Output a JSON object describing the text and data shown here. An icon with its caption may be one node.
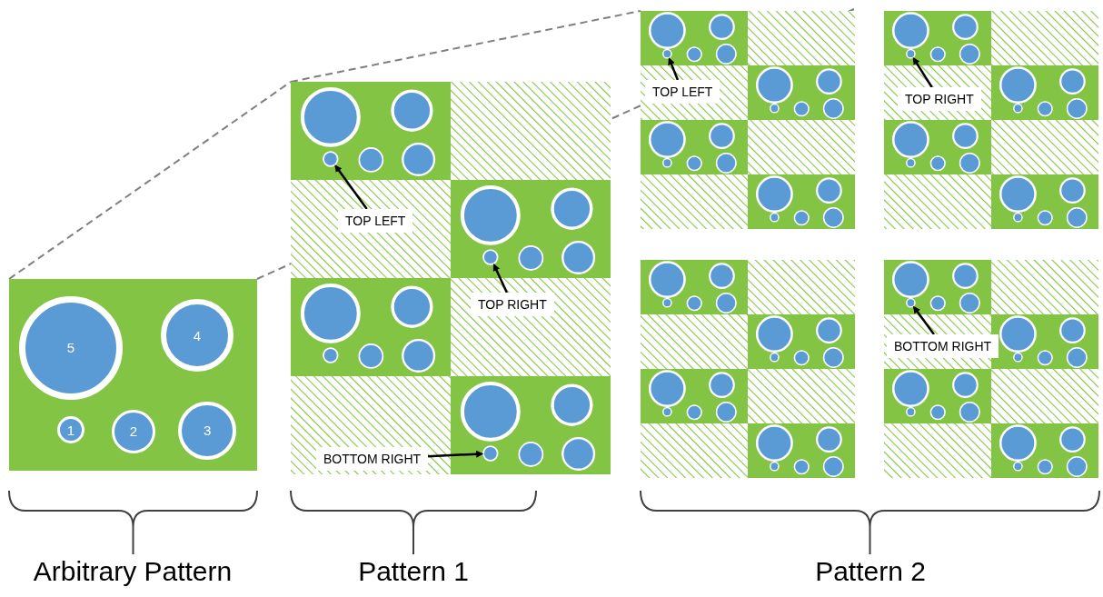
{
  "diagram": {
    "nodes": [
      {
        "text": [
          "5"
        ]
      },
      {
        "text": [
          "4"
        ]
      },
      {
        "text": [
          "1"
        ]
      },
      {
        "text": [
          "2"
        ]
      },
      {
        "text": [
          "3"
        ]
      },
      {
        "text": [
          "TOP LEFT"
        ]
      },
      {
        "text": [],
        "shape": "circle"
      },
      {
        "text": [
          "TOP RIGHT"
        ]
      },
      {
        "text": [],
        "shape": "circle"
      },
      {
        "text": [
          "BOTTOM RIGHT"
        ]
      },
      {
        "text": [],
        "shape": "circle"
      },
      {
        "text": [
          "TOP LEFT"
        ]
      },
      {
        "text": [],
        "shape": "circle"
      },
      {
        "text": [
          "TOP RIGHT"
        ]
      },
      {
        "text": [],
        "shape": "circle"
      },
      {
        "text": [
          "BOTTOM RIGHT"
        ]
      },
      {
        "text": [],
        "shape": "circle"
      }
    ],
    "edges": [
      {
        "from": 5,
        "to": 6,
        "arrow": "to"
      },
      {
        "from": 7,
        "to": 8,
        "arrow": "to"
      },
      {
        "from": 9,
        "to": 10,
        "arrow": "to"
      },
      {
        "from": 11,
        "to": 12,
        "arrow": "to"
      },
      {
        "from": 13,
        "to": 14,
        "arrow": "to"
      },
      {
        "from": 15,
        "to": 16,
        "arrow": "to"
      }
    ],
    "labels": [
      "Arbitrary Pattern",
      "Pattern 1",
      "Pattern 2"
    ]
  }
}
